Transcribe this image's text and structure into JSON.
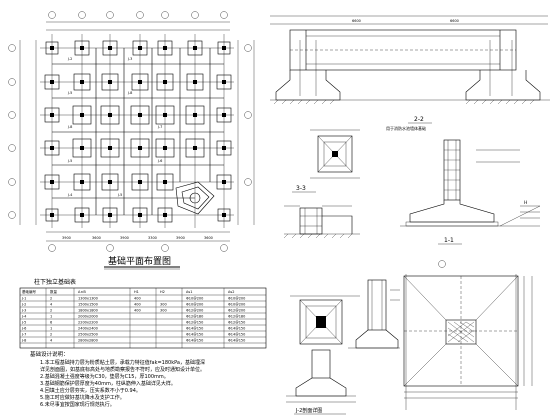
{
  "plan": {
    "title": "基础平面布置图",
    "grid_cols": [
      "1",
      "2",
      "3",
      "4",
      "5",
      "6",
      "7"
    ],
    "grid_rows": [
      "A",
      "B",
      "C",
      "D",
      "E",
      "F"
    ],
    "dims_bottom": [
      "3900",
      "3600",
      "3900",
      "3300",
      "3900",
      "3600"
    ]
  },
  "schedule": {
    "title": "柱下独立基础表",
    "headers": [
      "基础编号",
      "数量",
      "A×B",
      "H1",
      "H2",
      "As1",
      "As2"
    ],
    "rows": [
      [
        "J-1",
        "2",
        "1300x1300",
        "400",
        "",
        "Φ10@200",
        "Φ10@200"
      ],
      [
        "J-2",
        "4",
        "1500x1500",
        "400",
        "300",
        "Φ10@200",
        "Φ10@200"
      ],
      [
        "J-3",
        "2",
        "1800x1800",
        "400",
        "300",
        "Φ12@200",
        "Φ12@200"
      ],
      [
        "J-4",
        "1",
        "2000x2000",
        "",
        "",
        "Φ12@180",
        "Φ12@180"
      ],
      [
        "J-5",
        "6",
        "2200x2200",
        "",
        "",
        "Φ12@150",
        "Φ12@150"
      ],
      [
        "J-6",
        "1",
        "2400x2400",
        "",
        "",
        "Φ14@150",
        "Φ14@150"
      ],
      [
        "J-7",
        "2",
        "2500x2500",
        "",
        "",
        "Φ14@150",
        "Φ14@150"
      ],
      [
        "J-8",
        "4",
        "2800x2800",
        "",
        "",
        "Φ14@150",
        "Φ14@150"
      ]
    ]
  },
  "notes": {
    "heading": "基础设计说明：",
    "lines": [
      "1.本工程基础持力层为粉质粘土层，承载力特征值fak=180kPa，基础埋深",
      "  详见剖面图，如基底标高处与地质勘察报告不符时，应及时通知设计单位。",
      "2.基础混凝土强度等级为C30，垫层为C15，厚100mm。",
      "3.基础钢筋保护层厚度为40mm，柱纵筋伸入基础详见大样。",
      "4.回填土应分层夯实，压实系数不小于0.94。",
      "5.施工时应做好基坑降水及支护工作。",
      "6.未尽事宜按国家现行规范执行。"
    ]
  },
  "sections": {
    "s22": "2-2",
    "s33": "3-3",
    "s11": "1-1",
    "s22_note": "用于消防水池墙体基础",
    "detail_label": "J-2剖面详图"
  }
}
